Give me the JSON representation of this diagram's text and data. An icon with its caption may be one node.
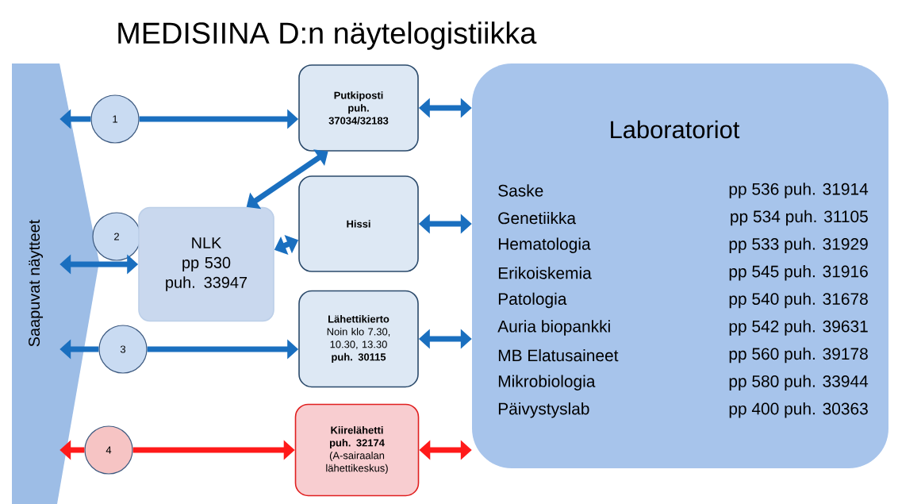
{
  "diagram": {
    "title": "MEDISIINA D:n näytelogistiikka",
    "nodes": [
      {
        "text": [
          "Saapuvat näytteet"
        ]
      },
      {
        "text": [
          "1"
        ]
      },
      {
        "text": [
          "Putkiposti puh. 37034/32183"
        ]
      },
      {
        "text": [
          "Laboratoriot",
          "Saske",
          "pp 536 puh. 31914",
          "Genetiikka",
          "pp 534 puh. 31105",
          "Hematologia",
          "pp 533 puh. 31929",
          "Erikoiskemia",
          "pp 545 puh. 31916",
          "Patologia",
          "pp 540 puh. 31678",
          "Auria biopankki",
          "pp 542 puh. 39631",
          "MB Elatusaineet",
          "pp 560 puh. 39178",
          "Mikrobiologia",
          "pp 580 puh. 33944",
          "Päivystyslab",
          "pp 400 puh. 30363"
        ]
      },
      {
        "text": [
          "2"
        ]
      },
      {
        "text": [
          "NLK",
          "pp 530",
          "puh. 33947"
        ]
      },
      {
        "text": [
          "Hissi"
        ]
      },
      {
        "text": [
          "3"
        ]
      },
      {
        "text": [
          "Lähettikierto",
          "Noin klo 7.30, 10.30, 13.30",
          "puh. 30115"
        ]
      },
      {
        "text": [
          "4"
        ]
      },
      {
        "text": [
          "Kiirelähetti puh. 32174",
          "(A-sairaalan lähettikeskus)"
        ]
      }
    ],
    "edges": [
      {
        "from": 1,
        "to": 0,
        "arrow": "to"
      },
      {
        "from": 1,
        "to": 2,
        "arrow": "to"
      },
      {
        "from": 2,
        "to": 3,
        "arrow": "both"
      },
      {
        "from": 0,
        "to": 5,
        "arrow": "both"
      },
      {
        "from": 5,
        "to": 2,
        "arrow": "both"
      },
      {
        "from": 5,
        "to": 6,
        "arrow": "both"
      },
      {
        "from": 6,
        "to": 3,
        "arrow": "both"
      },
      {
        "from": 7,
        "to": 0,
        "arrow": "to"
      },
      {
        "from": 7,
        "to": 8,
        "arrow": "to"
      },
      {
        "from": 8,
        "to": 3,
        "arrow": "both"
      },
      {
        "from": 9,
        "to": 0,
        "arrow": "to",
        "color": "#ff1a1a"
      },
      {
        "from": 9,
        "to": 10,
        "arrow": "to",
        "color": "#ff1a1a"
      },
      {
        "from": 10,
        "to": 3,
        "arrow": "both",
        "color": "#ff1a1a"
      }
    ]
  }
}
